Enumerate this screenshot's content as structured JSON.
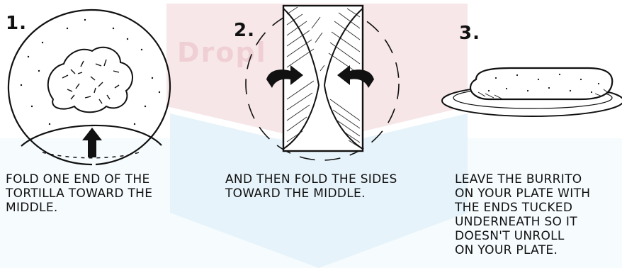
{
  "watermark": {
    "text": "Dropl"
  },
  "steps": [
    {
      "number": "1.",
      "caption": "FOLD ONE END OF THE\nTORTILLA TOWARD THE\nMIDDLE."
    },
    {
      "number": "2.",
      "caption": "AND THEN FOLD THE SIDES\nTOWARD THE MIDDLE."
    },
    {
      "number": "3.",
      "caption": "LEAVE THE BURRITO\nON YOUR PLATE WITH\nTHE ENDS TUCKED\nUNDERNEATH SO IT\nDOESN'T UNROLL\nON YOUR PLATE."
    }
  ],
  "colors": {
    "ink": "#111111",
    "watermark_red": "#c0394b",
    "watermark_blue": "#3aa0d8"
  }
}
